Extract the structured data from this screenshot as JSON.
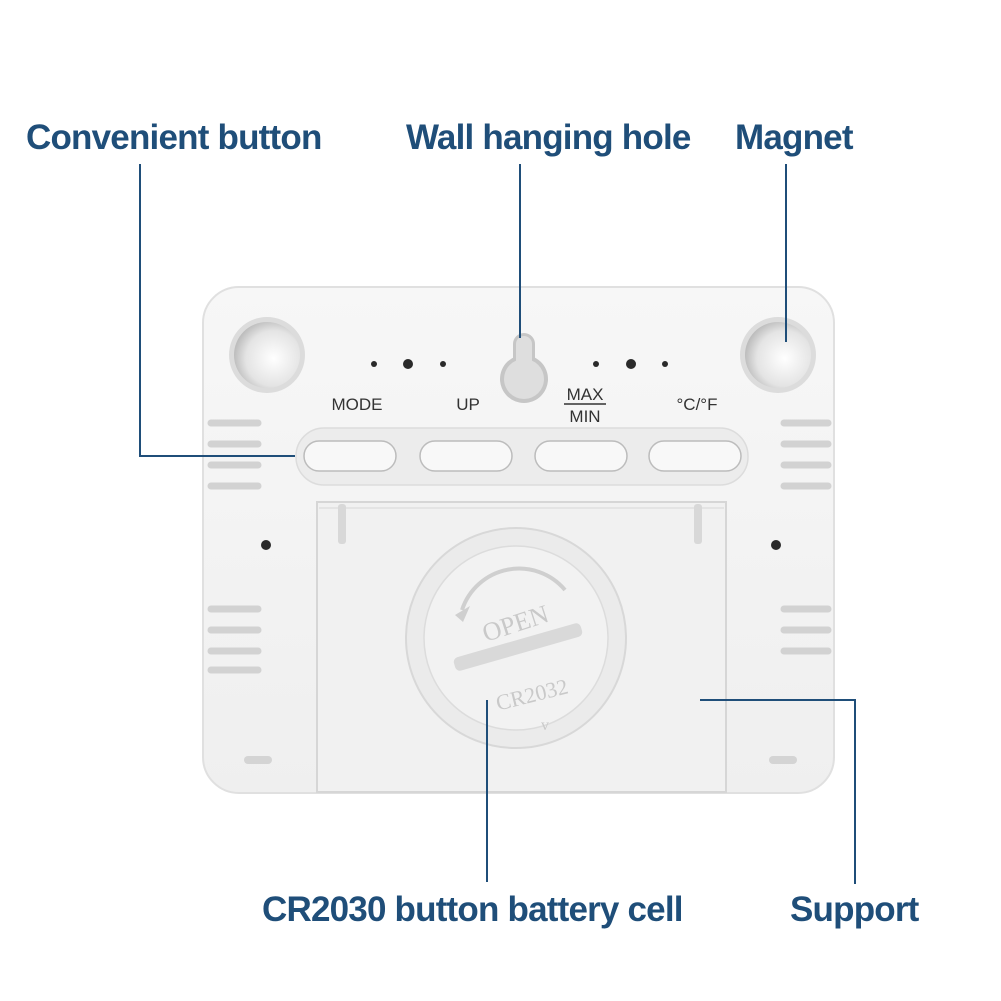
{
  "callouts": {
    "convenient_button": "Convenient button",
    "wall_hanging_hole": "Wall hanging hole",
    "magnet": "Magnet",
    "battery": "CR2030 button battery cell",
    "support": "Support"
  },
  "device": {
    "buttons": {
      "mode": "MODE",
      "up": "UP",
      "max": "MAX",
      "min": "MIN",
      "unit": "°C/°F"
    },
    "battery_cover": {
      "open": "OPEN",
      "model": "CR2032",
      "arrow": "v"
    }
  },
  "colors": {
    "callout_text": "#1f4e79",
    "leader_line": "#1f4e79",
    "device_body": "#f4f4f4",
    "device_edge": "#e2e2e2"
  }
}
